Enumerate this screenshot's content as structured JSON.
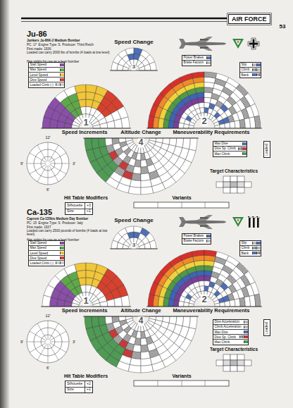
{
  "diagram": {
    "title": "AIR FORCE",
    "nodes": [
      {
        "text": [
          "Stall Speed",
          "Max Speed",
          "Level Speed",
          "Dive Speed",
          "Loaded Clmb (-)"
        ]
      },
      {
        "text": [
          "Power Brakes",
          "Brake Factors"
        ]
      },
      {
        "text": [
          "Slip",
          "Climb",
          "Bank"
        ]
      },
      {
        "text": [
          "Max Dive",
          "Dive Sp. Climb",
          "Max Climb"
        ]
      },
      {
        "text": [
          "Loaded"
        ]
      },
      {
        "text": [
          "Silhouette",
          "+3",
          "Size",
          "+1"
        ]
      },
      {
        "text": [
          "Stall Speed",
          "Max Speed",
          "Level Speed",
          "Dive Speed",
          "Loaded Clmb (-)"
        ]
      },
      {
        "text": [
          "Power Brakes",
          "Brake Factors"
        ]
      },
      {
        "text": [
          "Slip",
          "Climb",
          "Bank"
        ]
      },
      {
        "text": [
          "Dive Acceleration",
          "Climb Acceleration",
          "Max Dive",
          "Dive Sp. Climb",
          "Max Climb"
        ]
      },
      {
        "text": [
          "Loaded"
        ]
      },
      {
        "text": [
          "Silhouette",
          "+2",
          "Size",
          "+1"
        ]
      }
    ],
    "labels": [
      "53",
      "Ju-86",
      "Junkers Ju-86K-2 Medium Bomber",
      "PC: 17  Engine Type: S  Producer: Third Reich",
      "First made: 1936",
      "Loaded can carry 2000 lbs of bombs (4 loads at low level)",
      "Has sights for use as a level bomber",
      "Speed Change",
      "3",
      "1",
      "2",
      "Speed Increments",
      "Altitude Change",
      "Maneuverability Requirements",
      "4",
      "12'",
      "3'",
      "6'",
      "9'",
      "Target Characteristics",
      "Hit Table Modifiers",
      "Variants",
      "Ca-135",
      "Caproni Ca-135bis Medium Day Bomber",
      "PC: 15  Engine Type: S  Producer: Italy",
      "First made: 1937",
      "Loaded can carry 2500 pounds of bombs (4 loads at low level)",
      "Has sights for use as a level bomber",
      "Speed Change",
      "3",
      "1",
      "2",
      "Speed Increments",
      "Altitude Change",
      "Maneuverability Requirements",
      "4",
      "12'",
      "3'",
      "6'",
      "9'",
      "Target Characteristics",
      "Hit Table Modifiers",
      "Variants"
    ]
  }
}
